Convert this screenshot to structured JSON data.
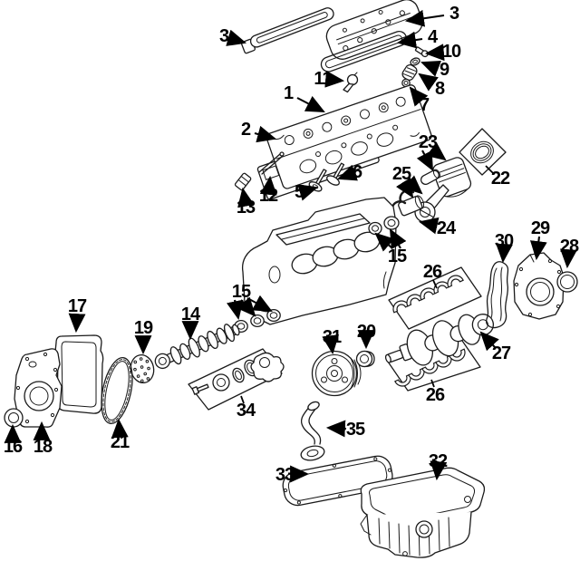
{
  "diagram": {
    "kind": "engine-exploded-parts-diagram",
    "background_color": "#ffffff",
    "line_color": "#1a1a1a",
    "label_color": "#000000",
    "callouts": {
      "c1": "1",
      "c2": "2",
      "c3a": "3",
      "c3b": "3",
      "c4": "4",
      "c5": "5",
      "c6": "6",
      "c7": "7",
      "c8": "8",
      "c9": "9",
      "c10": "10",
      "c11": "11",
      "c12": "12",
      "c13": "13",
      "c14": "14",
      "c15_left": "15",
      "c15_right": "15",
      "c16": "16",
      "c17": "17",
      "c18": "18",
      "c19": "19",
      "c20": "20",
      "c21": "21",
      "c22": "22",
      "c23": "23",
      "c24": "24",
      "c25": "25",
      "c26_top": "26",
      "c26_bottom": "26",
      "c27": "27",
      "c28": "28",
      "c29": "29",
      "c30": "30",
      "c31": "31",
      "c32": "32",
      "c33": "33",
      "c34": "34",
      "c35": "35"
    }
  }
}
